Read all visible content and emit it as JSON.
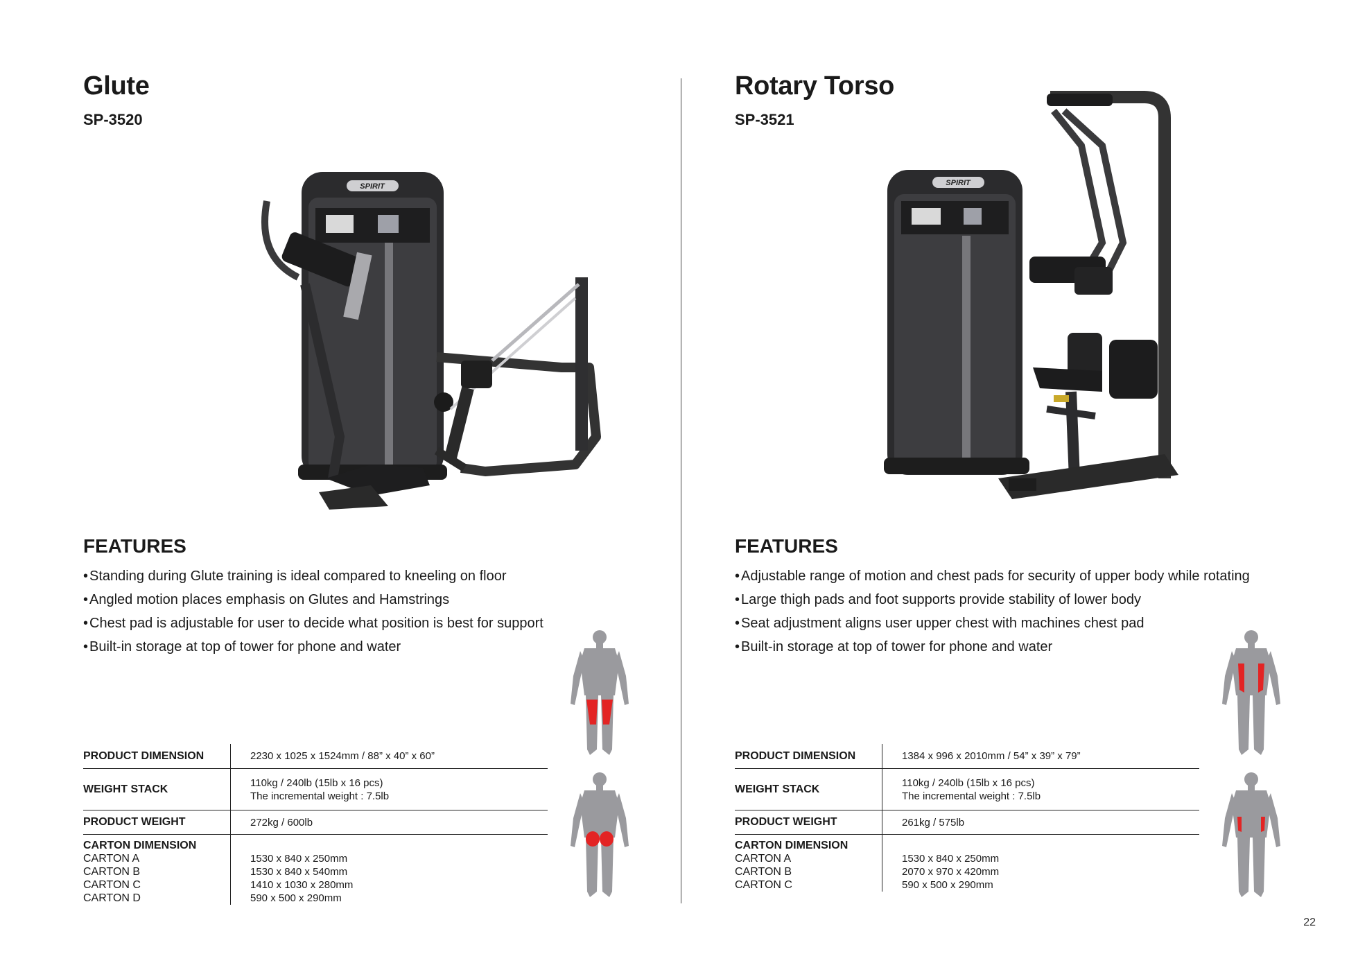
{
  "products": [
    {
      "name": "Glute",
      "model": "SP-3520",
      "features_heading": "FEATURES",
      "features": [
        "Standing during Glute training is ideal compared to kneeling on floor",
        "Angled motion places emphasis on Glutes and Hamstrings",
        "Chest pad is adjustable for user to decide what position is best for support",
        "Built-in storage at top of tower for phone and water"
      ],
      "brand_label": "SPIRIT",
      "muscle_highlight_color": "#e32424",
      "specs": {
        "dimension_label": "PRODUCT DIMENSION",
        "dimension_value": "2230 x 1025 x 1524mm / 88” x 40” x 60”",
        "weight_stack_label": "WEIGHT STACK",
        "weight_stack_value": "110kg / 240lb (15lb x 16 pcs)",
        "weight_stack_increment": "The incremental weight : 7.5lb",
        "product_weight_label": "PRODUCT WEIGHT",
        "product_weight_value": "272kg / 600lb",
        "carton_label": "CARTON DIMENSION",
        "cartons": [
          {
            "label": "CARTON A",
            "value": "1530 x 840 x 250mm"
          },
          {
            "label": "CARTON B",
            "value": "1530 x 840 x 540mm"
          },
          {
            "label": "CARTON C",
            "value": "1410 x 1030 x 280mm"
          },
          {
            "label": "CARTON D",
            "value": "590 x 500 x 290mm"
          }
        ]
      }
    },
    {
      "name": "Rotary Torso",
      "model": "SP-3521",
      "features_heading": "FEATURES",
      "features": [
        "Adjustable range of motion and chest pads for security of upper body while rotating",
        "Large thigh pads and foot supports provide stability of lower body",
        "Seat adjustment aligns user upper chest with machines chest pad",
        "Built-in storage at top of tower for phone and water"
      ],
      "brand_label": "SPIRIT",
      "muscle_highlight_color": "#e32424",
      "specs": {
        "dimension_label": "PRODUCT DIMENSION",
        "dimension_value": "1384 x 996 x 2010mm / 54” x 39” x 79”",
        "weight_stack_label": "WEIGHT STACK",
        "weight_stack_value": "110kg / 240lb (15lb x 16 pcs)",
        "weight_stack_increment": "The incremental weight : 7.5lb",
        "product_weight_label": "PRODUCT WEIGHT",
        "product_weight_value": "261kg / 575lb",
        "carton_label": "CARTON DIMENSION",
        "cartons": [
          {
            "label": "CARTON A",
            "value": "1530 x 840 x 250mm"
          },
          {
            "label": "CARTON B",
            "value": "2070 x 970 x 420mm"
          },
          {
            "label": "CARTON C",
            "value": "590 x 500 x 290mm"
          }
        ]
      }
    }
  ],
  "page_number": "22"
}
